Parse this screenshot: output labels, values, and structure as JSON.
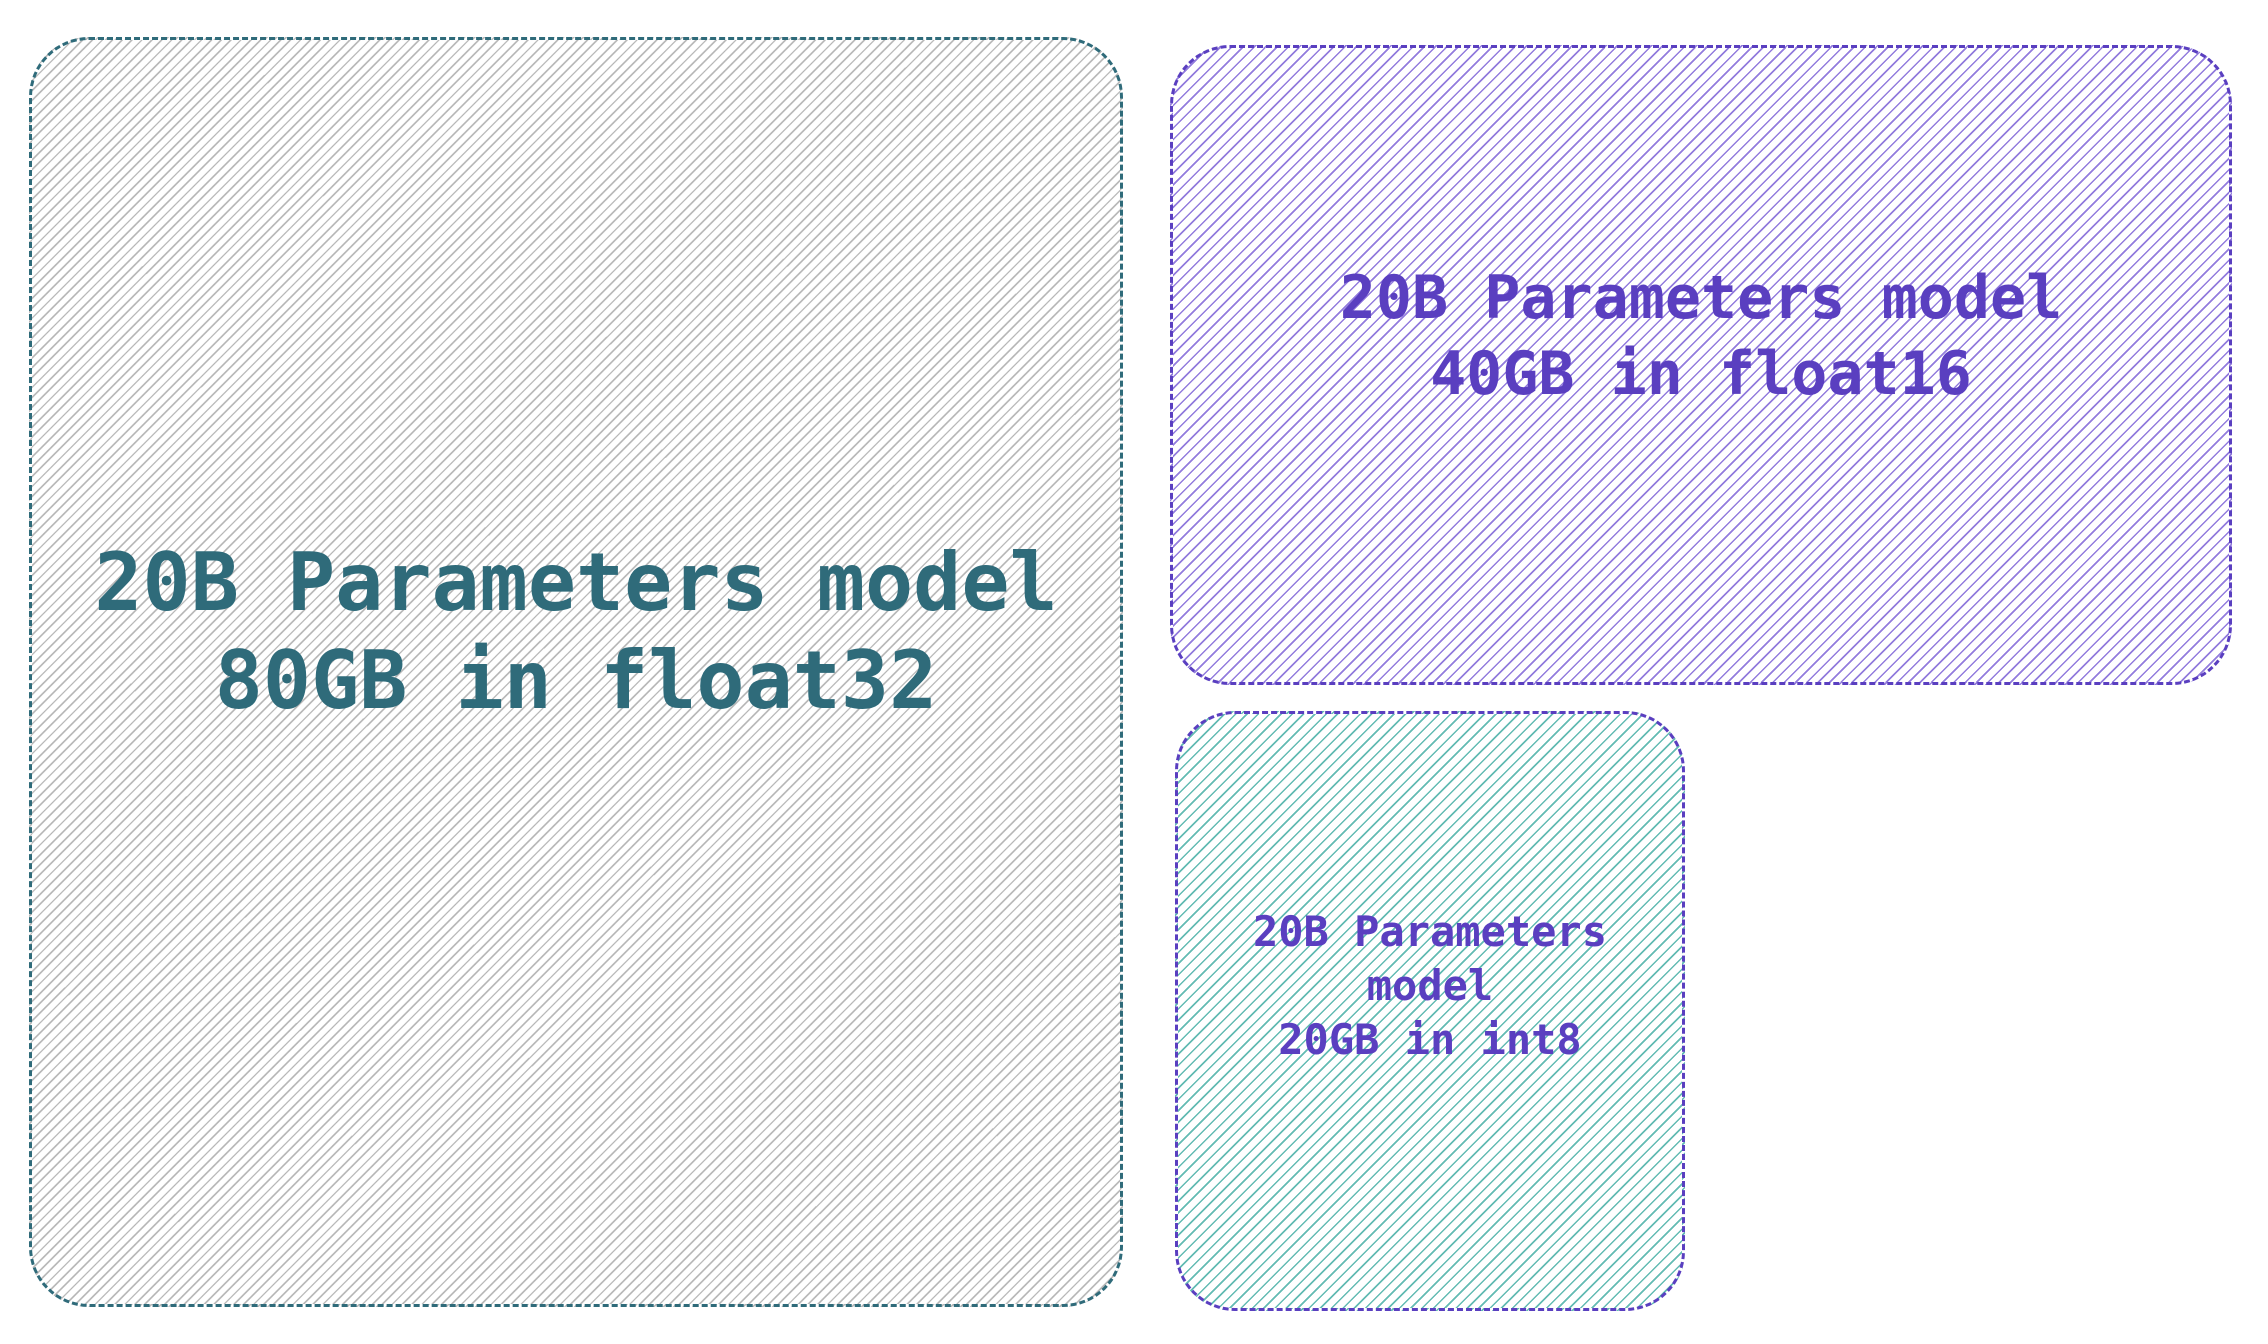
{
  "boxes": {
    "fp32": {
      "label": "20B Parameters model\n80GB in float32",
      "border_color": "#2f6b7a",
      "text_color": "#2f6b7a",
      "hatch_color": "#787878"
    },
    "fp16": {
      "label": "20B Parameters model\n40GB in float16",
      "border_color": "#5a3fc0",
      "text_color": "#5a3fc0",
      "hatch_color": "#6e50d2"
    },
    "int8": {
      "label": "20B Parameters\nmodel\n20GB in int8",
      "border_color": "#5a3fc0",
      "text_color": "#5a3fc0",
      "hatch_color": "#3caaa0"
    }
  }
}
